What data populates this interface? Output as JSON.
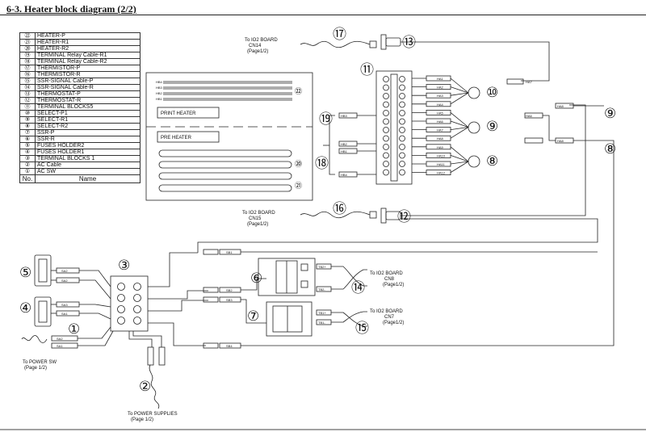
{
  "title": "6-3. Heater block diagram (2/2)",
  "legend": {
    "header_no": "No.",
    "header_name": "Name",
    "items": [
      {
        "no": "㉒",
        "name": "HEATER-P"
      },
      {
        "no": "㉑",
        "name": "HEATER-R1"
      },
      {
        "no": "⑳",
        "name": "HEATER-R2"
      },
      {
        "no": "⑲",
        "name": "TERMINAL Relay Cable-R1"
      },
      {
        "no": "⑱",
        "name": "TERMINAL Relay Cable-R2"
      },
      {
        "no": "⑰",
        "name": "THERMISTOR-P"
      },
      {
        "no": "⑯",
        "name": "THERMISTOR-R"
      },
      {
        "no": "⑮",
        "name": "SSR-SIGNAL Cable-P"
      },
      {
        "no": "⑭",
        "name": "SSR-SIGNAL Cable-R"
      },
      {
        "no": "⑬",
        "name": "THERMOSTAT-P"
      },
      {
        "no": "⑫",
        "name": "THERMOSTAT-R"
      },
      {
        "no": "⑪",
        "name": "TERMINAL BLOCKS5"
      },
      {
        "no": "⑩",
        "name": "SELECT-P1"
      },
      {
        "no": "⑨",
        "name": "SELECT-R1"
      },
      {
        "no": "⑧",
        "name": "SELECT-R2"
      },
      {
        "no": "⑦",
        "name": "SSR-P"
      },
      {
        "no": "⑥",
        "name": "SSR-R"
      },
      {
        "no": "⑤",
        "name": "FUSES HOLDER2"
      },
      {
        "no": "④",
        "name": "FUSES HOLDER1"
      },
      {
        "no": "③",
        "name": "TERMINAL BLOCKS 1"
      },
      {
        "no": "②",
        "name": "AC Cable"
      },
      {
        "no": "①",
        "name": "AC SW"
      }
    ]
  },
  "heaters": {
    "print_label": "PRINT HEATER",
    "pre_label": "PRE  HEATER",
    "print_wire_tags": [
      "HB4",
      "HB3",
      "HB2",
      "HB1"
    ]
  },
  "callouts": {
    "c1": "①",
    "c2": "②",
    "c3": "③",
    "c4": "④",
    "c5": "⑤",
    "c6": "⑥",
    "c7": "⑦",
    "c8": "⑧",
    "c9": "⑨",
    "c10": "⑩",
    "c11": "⑪",
    "c12": "⑫",
    "c13": "⑬",
    "c14": "⑭",
    "c15": "⑮",
    "c16": "⑯",
    "c17": "⑰",
    "c18": "⑱",
    "c19": "⑲",
    "c20": "⑳",
    "c21": "㉑",
    "c22": "㉒"
  },
  "refs": {
    "cn14": [
      "To IO2 BOARD",
      "CN14",
      "(Page1/2)"
    ],
    "cn15": [
      "To IO2 BOARD",
      "CN15",
      "(Page1/2)"
    ],
    "cn8": [
      "To IO2 BOARD",
      "CN8",
      "(Page1/2)"
    ],
    "cn7": [
      "To IO2 BOARD",
      "CN7",
      "(Page1/2)"
    ],
    "power_sw": [
      "To POWER SW",
      "(Page 1/2)"
    ],
    "power_supplies": [
      "To POWER SUPPLIES",
      "(Page 1/2)"
    ]
  },
  "wire_tags": {
    "term_left": [
      "HB3",
      "HB2",
      "HB1",
      "HB4"
    ],
    "term_right": [
      "HA1",
      "HA2",
      "HA3",
      "HA4",
      "HA5",
      "HA6",
      "HA7",
      "HA8",
      "HA9",
      "HA10",
      "HA11",
      "HA12"
    ],
    "select": [
      "HA7",
      "HA8",
      "HA6",
      "HA8"
    ],
    "fuse5": [
      "SA2",
      "SA2"
    ],
    "fuse4": [
      "SA3",
      "SA1"
    ],
    "sw": [
      "SA2",
      "SA1"
    ],
    "bottom": [
      "SB1",
      "SB2",
      "SB3",
      "SB4"
    ],
    "signal": [
      "TB2+",
      "TB2-",
      "TB1+",
      "TB1-"
    ]
  },
  "colors": {
    "line": "#222222",
    "background": "#ffffff"
  }
}
